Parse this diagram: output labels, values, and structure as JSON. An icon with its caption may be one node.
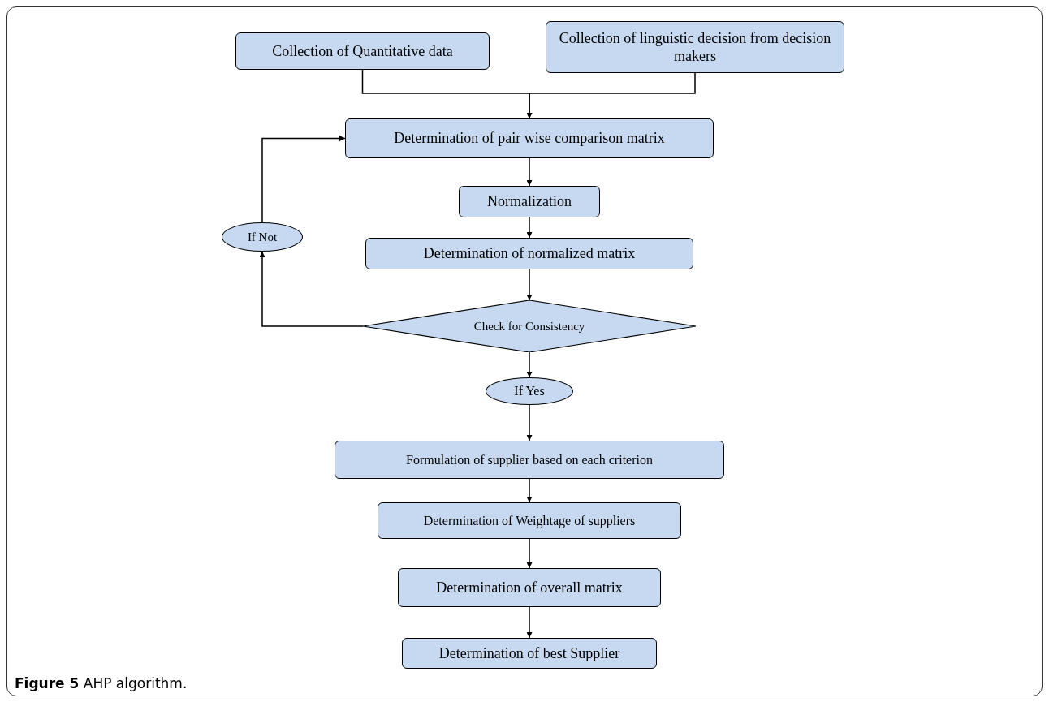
{
  "diagram": {
    "caption": "**Figure 5** AHP algorithm.",
    "nodes": [
      {
        "text": [
          "Collection of Quantitative data"
        ]
      },
      {
        "text": [
          "Collection of linguistic decision from decision makers"
        ]
      },
      {
        "text": [
          "Determination of pair wise comparison matrix"
        ]
      },
      {
        "text": [
          "Normalization"
        ]
      },
      {
        "text": [
          "Determination of normalized matrix"
        ]
      },
      {
        "text": [
          "Check for Consistency"
        ]
      },
      {
        "text": [
          "If Not"
        ]
      },
      {
        "text": [
          "If Yes"
        ]
      },
      {
        "text": [
          "Formulation of supplier based on each criterion"
        ]
      },
      {
        "text": [
          "Determination of Weightage of suppliers"
        ]
      },
      {
        "text": [
          "Determination of overall matrix"
        ]
      },
      {
        "text": [
          "Determination of best Supplier"
        ]
      }
    ],
    "edges": [
      {
        "from": 0,
        "to": 2,
        "arrow": "to"
      },
      {
        "from": 1,
        "to": 2,
        "arrow": "to"
      },
      {
        "from": 2,
        "to": 3,
        "arrow": "to"
      },
      {
        "from": 3,
        "to": 4,
        "arrow": "to"
      },
      {
        "from": 4,
        "to": 5,
        "arrow": "to"
      },
      {
        "from": 5,
        "to": 6,
        "arrow": "to"
      },
      {
        "from": 6,
        "to": 2,
        "arrow": "to"
      },
      {
        "from": 5,
        "to": 7,
        "arrow": "to"
      },
      {
        "from": 7,
        "to": 8,
        "arrow": "to"
      },
      {
        "from": 8,
        "to": 9,
        "arrow": "to"
      },
      {
        "from": 9,
        "to": 10,
        "arrow": "to"
      },
      {
        "from": 10,
        "to": 11,
        "arrow": "to"
      }
    ]
  }
}
